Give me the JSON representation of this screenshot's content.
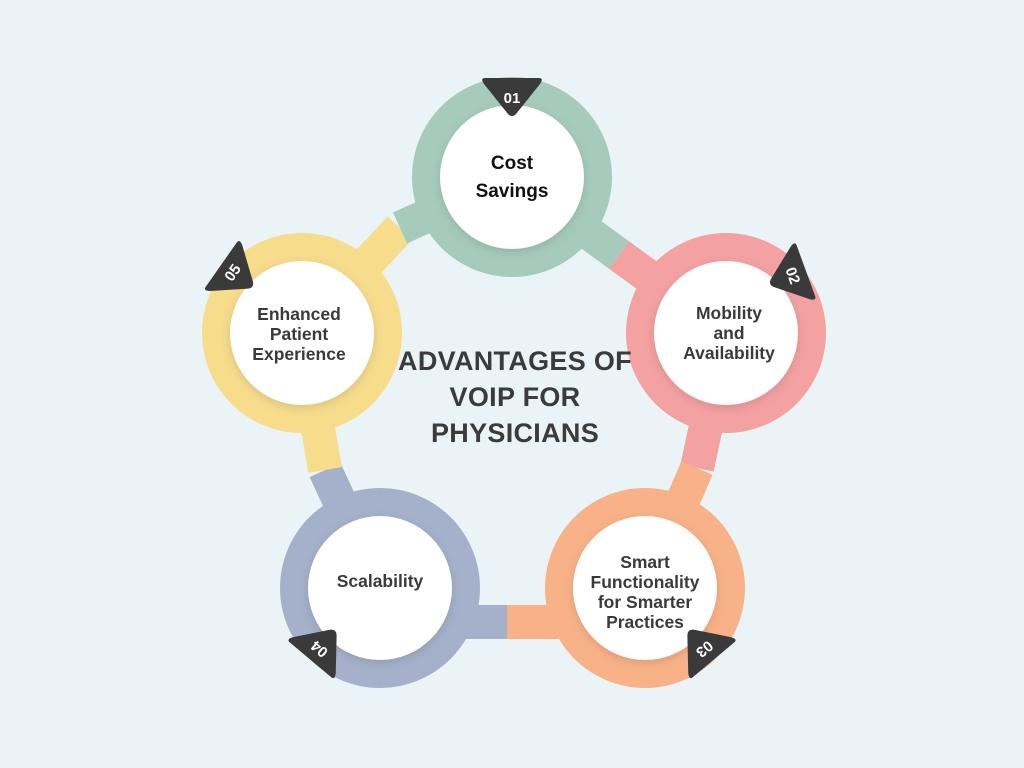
{
  "title": {
    "lines": [
      "ADVANTAGES OF",
      "VOIP FOR",
      "PHYSICIANS"
    ]
  },
  "colors": {
    "background": "#eaf4f6",
    "badge": "#3a3a3a",
    "node_fill": "#ffffff",
    "text": "#3b3b3b"
  },
  "steps": [
    {
      "number": "01",
      "lines": [
        "Cost",
        "Savings"
      ],
      "color": "#a6cbbd"
    },
    {
      "number": "02",
      "lines": [
        "Mobility",
        "and",
        "Availability"
      ],
      "color": "#f4a1a1"
    },
    {
      "number": "03",
      "lines": [
        "Smart",
        "Functionality",
        "for Smarter",
        "Practices"
      ],
      "color": "#f9b288"
    },
    {
      "number": "04",
      "lines": [
        "Scalability"
      ],
      "color": "#a5b1cb"
    },
    {
      "number": "05",
      "lines": [
        "Enhanced",
        "Patient",
        "Experience"
      ],
      "color": "#f7dc8c"
    }
  ]
}
